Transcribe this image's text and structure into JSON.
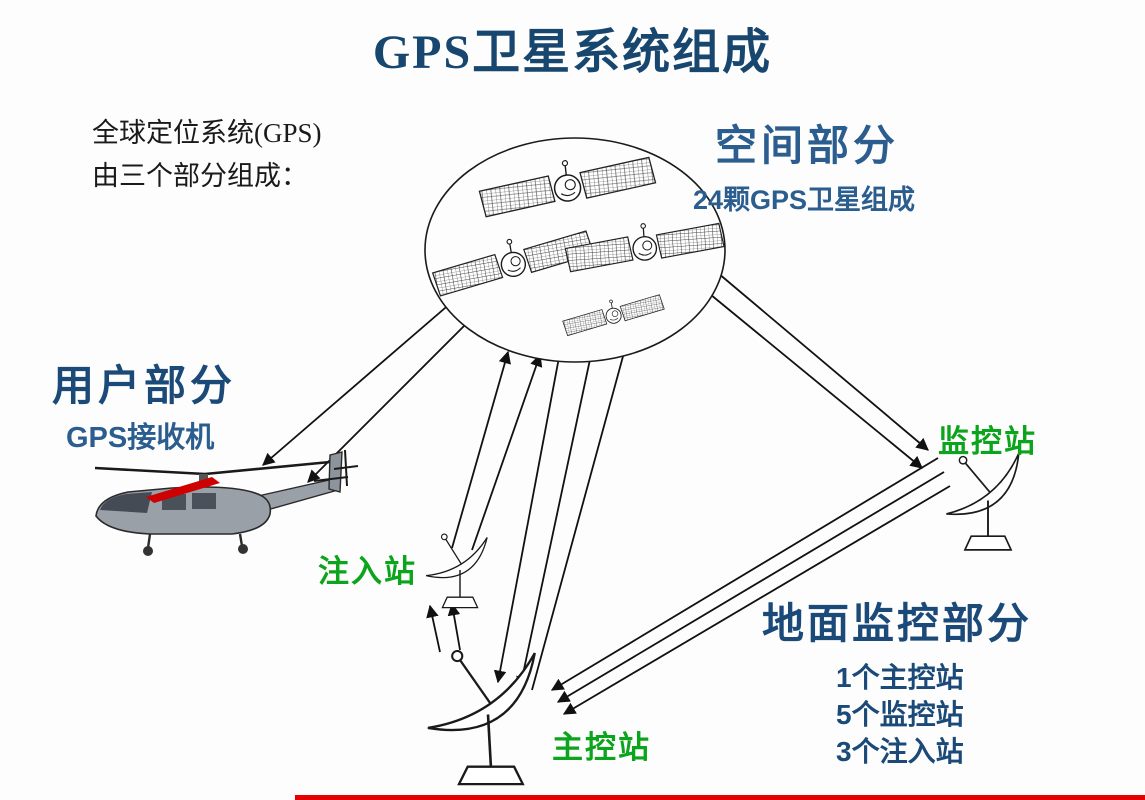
{
  "title": "GPS卫星系统组成",
  "intro": {
    "line1": "全球定位系统(GPS)",
    "line2": "由三个部分组成："
  },
  "space_segment": {
    "heading": "空间部分",
    "subtitle": "24颗GPS卫星组成"
  },
  "user_segment": {
    "heading": "用户部分",
    "subtitle": "GPS接收机"
  },
  "ground_segment": {
    "heading": "地面监控部分",
    "items": [
      "1个主控站",
      "5个监控站",
      "3个注入站"
    ]
  },
  "stations": {
    "injection": "注入站",
    "monitoring": "监控站",
    "master": "主控站"
  },
  "colors": {
    "title_blue": "#17466e",
    "accent_blue": "#2b5d8f",
    "label_green": "#0ca41c",
    "helicopter_gray": "#99a0a8",
    "stripe_red": "#cf0000",
    "line_black": "#111111"
  }
}
